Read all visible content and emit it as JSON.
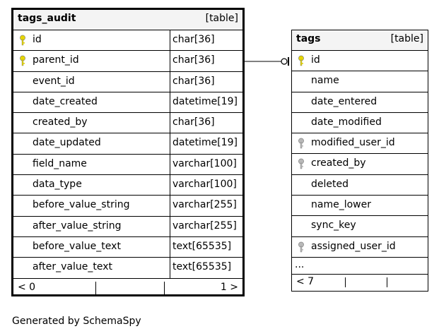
{
  "tables": [
    {
      "name": "tags_audit",
      "kind": "[table]",
      "columns": [
        {
          "name": "id",
          "type": "char[36]",
          "key": "primary"
        },
        {
          "name": "parent_id",
          "type": "char[36]",
          "key": "primary"
        },
        {
          "name": "event_id",
          "type": "char[36]",
          "key": "none"
        },
        {
          "name": "date_created",
          "type": "datetime[19]",
          "key": "none"
        },
        {
          "name": "created_by",
          "type": "char[36]",
          "key": "none"
        },
        {
          "name": "date_updated",
          "type": "datetime[19]",
          "key": "none"
        },
        {
          "name": "field_name",
          "type": "varchar[100]",
          "key": "none"
        },
        {
          "name": "data_type",
          "type": "varchar[100]",
          "key": "none"
        },
        {
          "name": "before_value_string",
          "type": "varchar[255]",
          "key": "none"
        },
        {
          "name": "after_value_string",
          "type": "varchar[255]",
          "key": "none"
        },
        {
          "name": "before_value_text",
          "type": "text[65535]",
          "key": "none"
        },
        {
          "name": "after_value_text",
          "type": "text[65535]",
          "key": "none"
        }
      ],
      "footer": {
        "parents": "< 0",
        "children": "1 >"
      }
    },
    {
      "name": "tags",
      "kind": "[table]",
      "columns": [
        {
          "name": "id",
          "key": "primary"
        },
        {
          "name": "name",
          "key": "none"
        },
        {
          "name": "date_entered",
          "key": "none"
        },
        {
          "name": "date_modified",
          "key": "none"
        },
        {
          "name": "modified_user_id",
          "key": "foreign"
        },
        {
          "name": "created_by",
          "key": "foreign"
        },
        {
          "name": "deleted",
          "key": "none"
        },
        {
          "name": "name_lower",
          "key": "none"
        },
        {
          "name": "sync_key",
          "key": "none"
        },
        {
          "name": "assigned_user_id",
          "key": "foreign"
        }
      ],
      "ellipsis": "...",
      "footer": {
        "parents": "< 7",
        "children": ""
      }
    }
  ],
  "caption": "Generated by SchemaSpy",
  "colors": {
    "primary_key": "#e6d600",
    "foreign_key": "#b8b8b8",
    "header_bg": "#f4f4f4"
  }
}
